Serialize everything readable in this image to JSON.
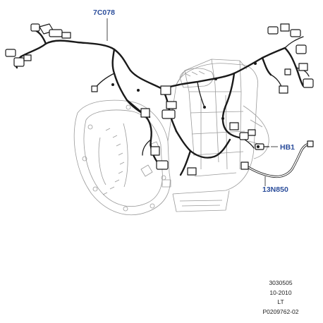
{
  "callouts": {
    "harness": "7C078",
    "sensor": "HB1",
    "tube": "13N850"
  },
  "footer": {
    "line1": "3030505",
    "line2": "10-2010",
    "line3": "LT",
    "line4": "P0209762-02"
  },
  "colors": {
    "callout_text": "#2b4d9b",
    "line_art": "#1a1a1a",
    "ghost_line_art": "#9a9a9a"
  }
}
